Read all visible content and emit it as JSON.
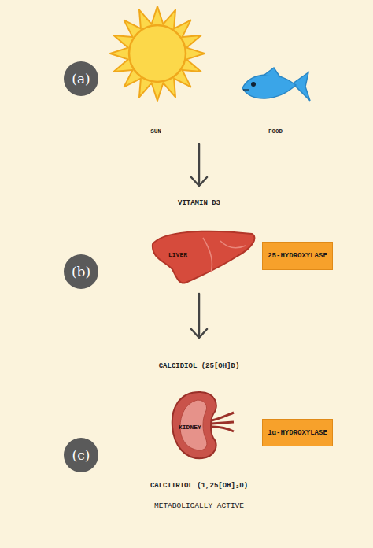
{
  "diagram": {
    "nodes": [
      {
        "text": [
          "(a)"
        ]
      },
      {
        "text": [
          "(b)"
        ]
      },
      {
        "text": [
          "LIVER"
        ]
      },
      {
        "text": [
          "25-HYDROXYLASE"
        ]
      },
      {
        "text": [
          "KIDNEY"
        ]
      },
      {
        "text": [
          "1α-HYDROXYLASE"
        ]
      },
      {
        "text": [
          "(c)"
        ]
      }
    ],
    "labels": [
      "SUN",
      "FOOD",
      "VITAMIN D3",
      "CALCIDIOL (25[OH]D)",
      "CALCITRIOL (1,25[OH]₂D)",
      "METABOLICALLY ACTIVE"
    ]
  }
}
